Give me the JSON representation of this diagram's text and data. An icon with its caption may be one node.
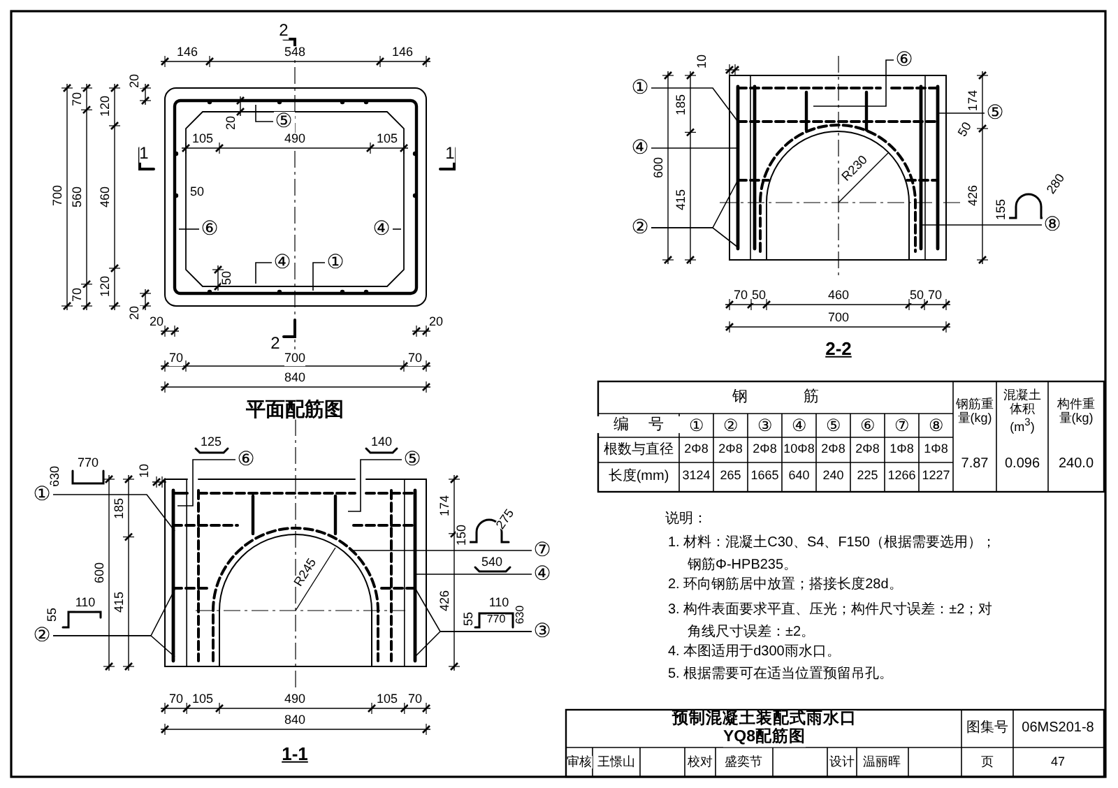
{
  "diagram": {
    "nodes": [
      {
        "text": [
          "⑤"
        ]
      },
      {
        "text": [
          "⑥"
        ]
      },
      {
        "text": [
          "④"
        ]
      },
      {
        "text": [
          "④"
        ]
      },
      {
        "text": [
          "①"
        ]
      },
      {
        "text": [
          "⑥"
        ]
      },
      {
        "text": [
          "①"
        ]
      },
      {
        "text": [
          "⑤"
        ]
      },
      {
        "text": [
          "④"
        ]
      },
      {
        "text": [
          "②"
        ]
      },
      {
        "text": [
          "⑧"
        ]
      },
      {
        "text": [
          "⑥"
        ]
      },
      {
        "text": [
          "⑤"
        ]
      },
      {
        "text": [
          "①"
        ]
      },
      {
        "text": [
          "⑦"
        ]
      },
      {
        "text": [
          "④"
        ]
      },
      {
        "text": [
          "②"
        ]
      },
      {
        "text": [
          "③"
        ]
      }
    ],
    "edges": [
      {
        "from": 0,
        "to": null,
        "arrow": "none"
      },
      {
        "from": 1,
        "to": null,
        "arrow": "none"
      },
      {
        "from": 2,
        "to": null,
        "arrow": "none"
      },
      {
        "from": 3,
        "to": null,
        "arrow": "none"
      },
      {
        "from": 4,
        "to": null,
        "arrow": "none"
      },
      {
        "from": 5,
        "to": null,
        "arrow": "none"
      },
      {
        "from": 6,
        "to": null,
        "arrow": "none"
      },
      {
        "from": 7,
        "to": null,
        "arrow": "none"
      },
      {
        "from": 8,
        "to": null,
        "arrow": "none"
      },
      {
        "from": 9,
        "to": null,
        "arrow": "none"
      },
      {
        "from": 9,
        "to": null,
        "arrow": "none"
      },
      {
        "from": 10,
        "to": null,
        "arrow": "none"
      },
      {
        "from": 11,
        "to": null,
        "arrow": "none"
      },
      {
        "from": 12,
        "to": null,
        "arrow": "none"
      },
      {
        "from": 13,
        "to": null,
        "arrow": "none"
      },
      {
        "from": 14,
        "to": null,
        "arrow": "none"
      },
      {
        "from": 15,
        "to": null,
        "arrow": "none"
      },
      {
        "from": 16,
        "to": null,
        "arrow": "none"
      },
      {
        "from": 16,
        "to": null,
        "arrow": "none"
      },
      {
        "from": 17,
        "to": null,
        "arrow": "none"
      },
      {
        "from": 17,
        "to": null,
        "arrow": "none"
      }
    ],
    "labels": [
      "2",
      "146",
      "548",
      "146",
      "20",
      "70",
      "120",
      "700",
      "560",
      "460",
      "20",
      "105",
      "490",
      "105",
      "1",
      "1",
      "50",
      "50",
      "120",
      "70",
      "20",
      "2",
      "20",
      "20",
      "70",
      "700",
      "70",
      "840",
      "平面配筋图",
      "10",
      "185",
      "600",
      "415",
      "174",
      "50",
      "426",
      "R230",
      "155",
      "280",
      "70",
      "50",
      "460",
      "50",
      "70",
      "700",
      "2-2",
      "770",
      "630",
      "125",
      "140",
      "10",
      "185",
      "600",
      "415",
      "174",
      "150",
      "275",
      "540",
      "R245",
      "426",
      "110",
      "55",
      "110",
      "55",
      "770",
      "630",
      "70",
      "105",
      "490",
      "105",
      "70",
      "840",
      "1-1",
      "钢筋",
      "钢筋重量(kg)",
      "混凝土体积(m$^{3}$)",
      "构件重量(kg)",
      "编号",
      "①",
      "②",
      "③",
      "④",
      "⑤",
      "⑥",
      "⑦",
      "⑧",
      "根数与直径",
      "2Φ8",
      "2Φ8",
      "2Φ8",
      "10Φ8",
      "2Φ8",
      "2Φ8",
      "1Φ8",
      "1Φ8",
      "长度(mm)",
      "3124",
      "265",
      "1665",
      "640",
      "240",
      "225",
      "1266",
      "1227",
      "7.87",
      "0.096",
      "240.0",
      "说明：",
      "1. 材料：混凝土C30、S4、F150（根据需要选用）；钢筋Φ-HPB235。",
      "2. 环向钢筋居中放置；搭接长度28d。",
      "3. 构件表面要求平直、压光；构件尺寸误差：±2；对角线尺寸误差：±2。",
      "4. 本图适用于d300雨水口。",
      "5. 根据需要可在适当位置预留吊孔。",
      "预制混凝土装配式雨水口",
      "YQ8配筋图",
      "图集号",
      "06MS201-8",
      "审核",
      "王憬山",
      "校对",
      "盛奕节",
      "设计",
      "温丽晖",
      "页",
      "47"
    ]
  }
}
